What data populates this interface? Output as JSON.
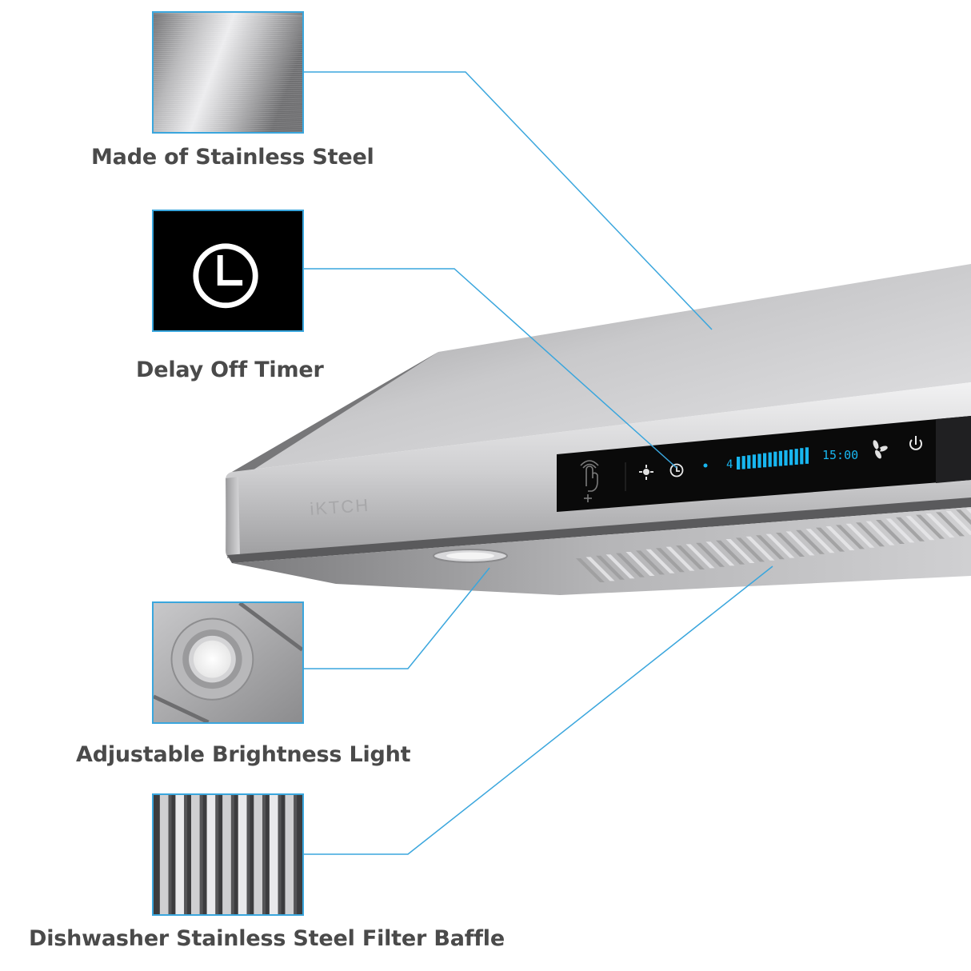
{
  "features": [
    {
      "id": "steel",
      "label": "Made of Stainless Steel",
      "icon": "brushed-steel-swatch"
    },
    {
      "id": "timer",
      "label": "Delay Off Timer",
      "icon": "clock-icon"
    },
    {
      "id": "light",
      "label": "Adjustable Brightness Light",
      "icon": "light-fixture-closeup"
    },
    {
      "id": "baffle",
      "label": "Dishwasher Stainless Steel Filter Baffle",
      "icon": "baffle-filter-closeup"
    }
  ],
  "product": {
    "brand": "iKTCH",
    "display": {
      "speed_level": "4",
      "time": "15:00",
      "speed_bar_fraction": 1.0
    },
    "controls": [
      "gesture-sensor-icon",
      "light-icon",
      "clock-icon",
      "brightness-icon",
      "fan-icon",
      "power-icon"
    ]
  },
  "colors": {
    "callout_line": "#3aa6dd",
    "caption_text": "#4a4a4a",
    "lcd_accent": "#18b6f0",
    "panel_black": "#0a0a0a"
  }
}
